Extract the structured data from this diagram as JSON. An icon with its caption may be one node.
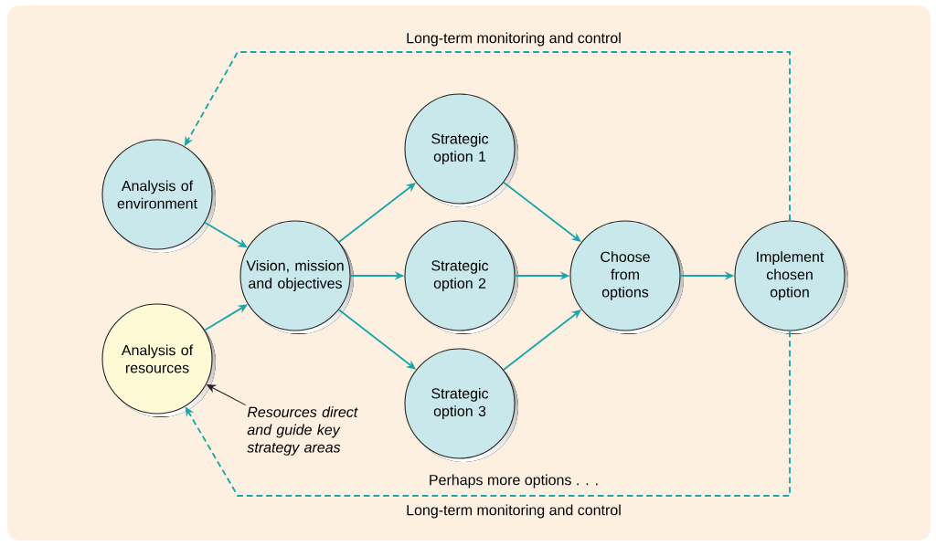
{
  "diagram": {
    "nodes": [
      {
        "text": [
          "Analysis of environment"
        ]
      },
      {
        "text": [
          "Analysis of resources"
        ]
      },
      {
        "text": [
          "Vision, mission and objectives"
        ]
      },
      {
        "text": [
          "Strategic option 1"
        ]
      },
      {
        "text": [
          "Strategic option 2"
        ]
      },
      {
        "text": [
          "Strategic option 3"
        ]
      },
      {
        "text": [
          "Choose from options"
        ]
      },
      {
        "text": [
          "Implement chosen option"
        ]
      },
      {
        "text": [
          "Resources direct and guide key strategy areas"
        ]
      }
    ],
    "edges": [
      {
        "from": 0,
        "to": 2,
        "arrow": "to"
      },
      {
        "from": 1,
        "to": 2,
        "arrow": "to"
      },
      {
        "from": 2,
        "to": 3,
        "arrow": "to"
      },
      {
        "from": 2,
        "to": 4,
        "arrow": "to"
      },
      {
        "from": 2,
        "to": 5,
        "arrow": "to"
      },
      {
        "from": 3,
        "to": 6,
        "arrow": "to"
      },
      {
        "from": 4,
        "to": 6,
        "arrow": "to"
      },
      {
        "from": 5,
        "to": 6,
        "arrow": "to"
      },
      {
        "from": 6,
        "to": 7,
        "arrow": "to"
      },
      {
        "from": 7,
        "to": 0,
        "arrow": "to",
        "style": "dashed",
        "label": "Long-term monitoring and control"
      },
      {
        "from": 7,
        "to": 1,
        "arrow": "to",
        "style": "dashed",
        "label": "Long-term monitoring and control"
      },
      {
        "from": 8,
        "to": 1,
        "arrow": "to",
        "color": "#231f20"
      }
    ],
    "labels": [
      "Perhaps more options . . ."
    ]
  }
}
